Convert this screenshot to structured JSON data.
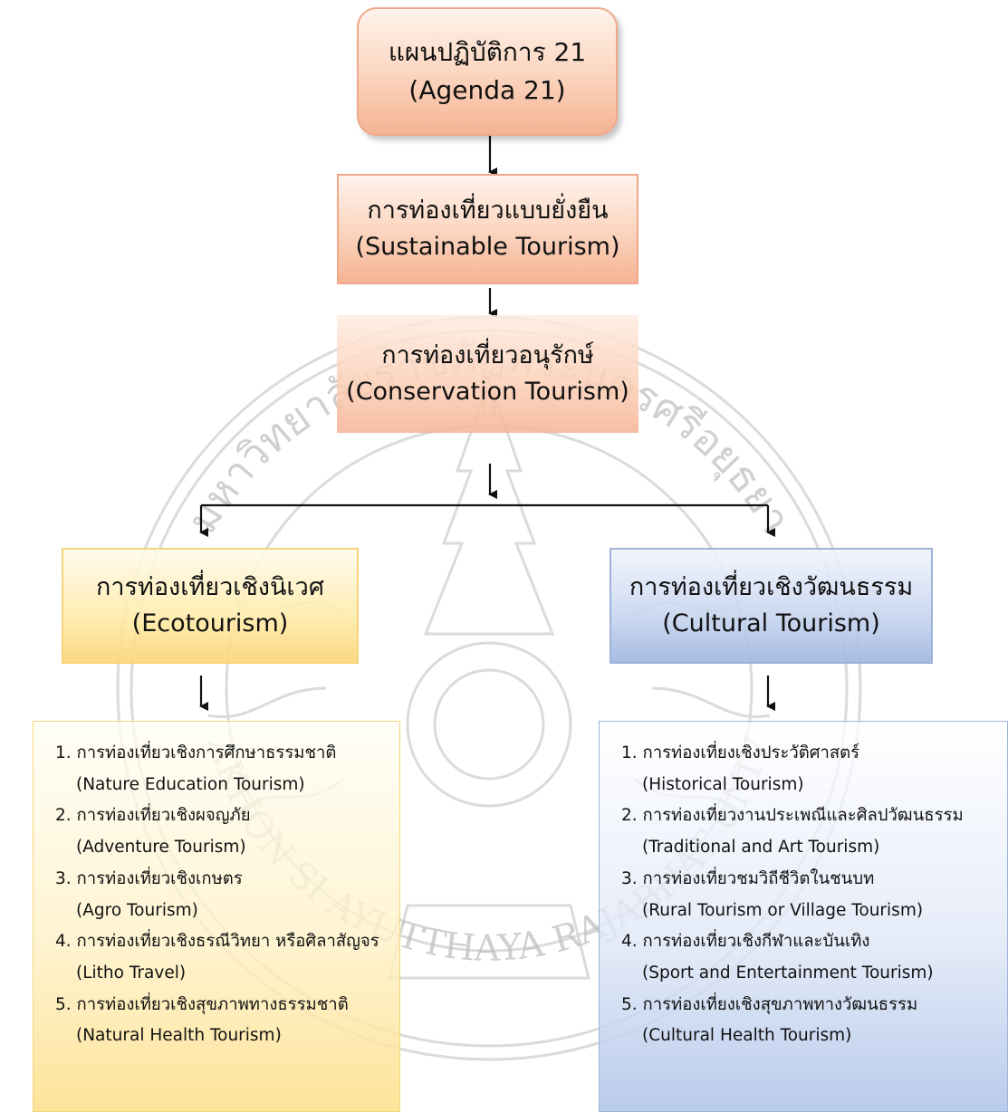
{
  "agenda": {
    "title_th": "แผนปฏิบัติการ 21",
    "title_en": "(Agenda 21)"
  },
  "sustainable": {
    "title_th": "การท่องเที่ยวแบบยั่งยืน",
    "title_en": "(Sustainable Tourism)"
  },
  "conservation": {
    "title_th": "การท่องเที่ยวอนุรักษ์",
    "title_en": "(Conservation Tourism)"
  },
  "ecotourism": {
    "title_th": "การท่องเที่ยวเชิงนิเวศ",
    "title_en": "(Ecotourism)"
  },
  "cultural": {
    "title_th": "การท่องเที่ยวเชิงวัฒนธรรม",
    "title_en": "(Cultural Tourism)"
  },
  "eco_items": [
    {
      "th": "1. การท่องเที่ยวเชิงการศึกษาธรรมชาติ",
      "en": "(Nature Education Tourism)"
    },
    {
      "th": "2. การท่องเที่ยวเชิงผจญภัย",
      "en": "(Adventure Tourism)"
    },
    {
      "th": "3. การท่องเที่ยวเชิงเกษตร",
      "en": "(Agro Tourism)"
    },
    {
      "th": "4. การท่องเที่ยวเชิงธรณีวิทยา หรือศิลาสัญจร",
      "en": "(Litho Travel)"
    },
    {
      "th": "5. การท่องเที่ยวเชิงสุขภาพทางธรรมชาติ",
      "en": "(Natural Health Tourism)"
    }
  ],
  "cul_items": [
    {
      "th": "1. การท่องเที่ยงเชิงประวัติศาสตร์",
      "en": "(Historical Tourism)"
    },
    {
      "th": "2. การท่องเที่ยวงานประเพณีและศิลปวัฒนธรรม",
      "en": "(Traditional and Art Tourism)"
    },
    {
      "th": "3. การท่องเที่ยวชมวิถีชีวิตในชนบท",
      "en": "(Rural Tourism or Village Tourism)"
    },
    {
      "th": "4. การท่องเที่ยวเชิงกีฬาและบันเทิง",
      "en": "(Sport and Entertainment Tourism)"
    },
    {
      "th": "5. การท่องเที่ยงเชิงสุขภาพทางวัฒนธรรม",
      "en": "(Cultural Health Tourism)"
    }
  ],
  "watermark": {
    "text_top": "มหาวิทยาลัยราชภัฏพระนครศรีอยุธยา",
    "text_bottom": "PHRANAKHON SI AYUTTHAYA RAJABHAT UNIVERSITY"
  },
  "colors": {
    "salmon": "#f4b394",
    "yellow": "#fbd678",
    "blue": "#a0b6e1",
    "arrow": "#111111"
  }
}
